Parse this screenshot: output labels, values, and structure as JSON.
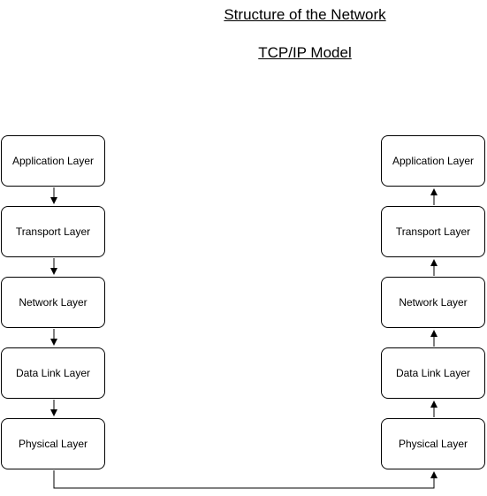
{
  "diagram": {
    "title": "Structure of the Network",
    "subtitle": "TCP/IP Model",
    "sender_stack": [
      "Application Layer",
      "Transport Layer",
      "Network Layer",
      "Data Link Layer",
      "Physical Layer"
    ],
    "receiver_stack": [
      "Physical Layer",
      "Data Link Layer",
      "Network Layer",
      "Transport Layer",
      "Application Layer"
    ],
    "line_color": "#000000"
  }
}
